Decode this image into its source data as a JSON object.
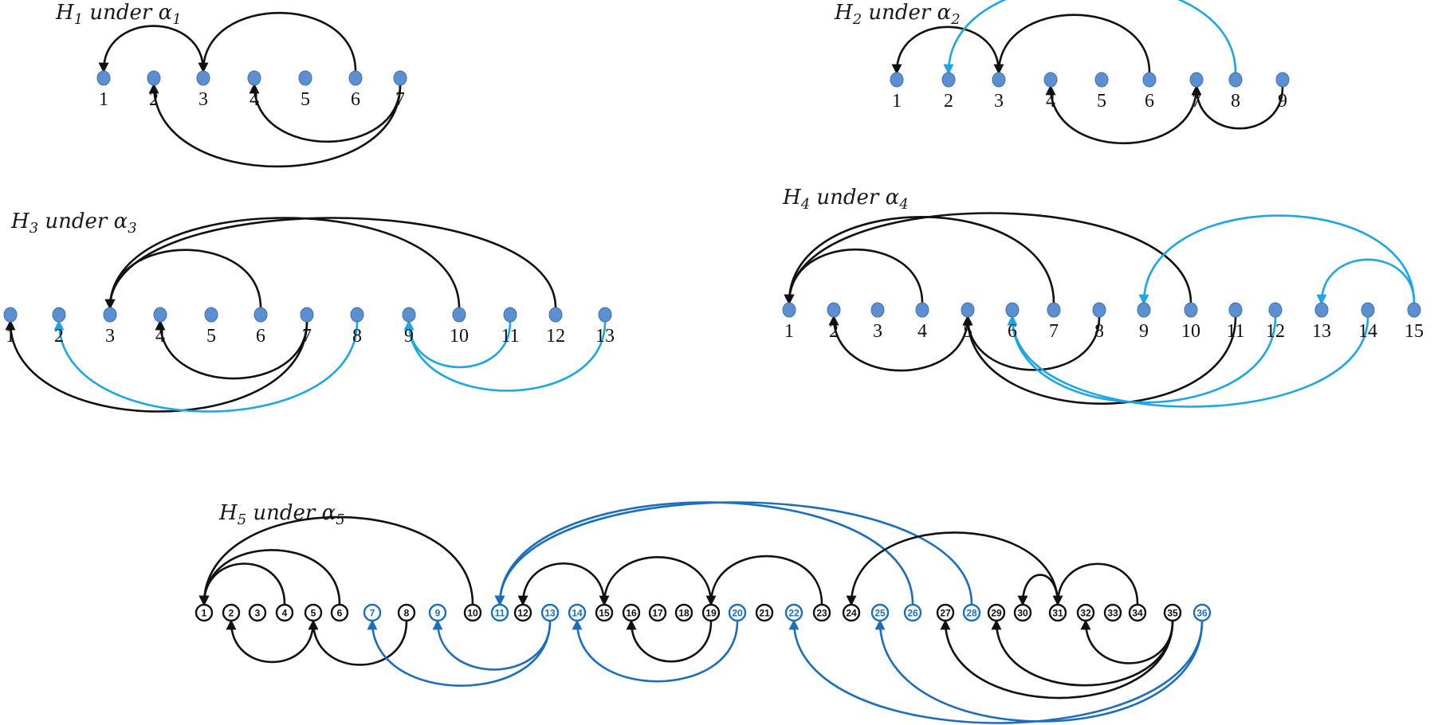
{
  "colors": {
    "black": "#111111",
    "cyan": "#1aa7e6",
    "blue": "#1b6ebe",
    "dot": "#5b8fd0",
    "dot_stroke": "#3f72b3"
  },
  "panels": [
    {
      "id": "h1",
      "title": {
        "H": "H",
        "h_sub": "1",
        "mid": " under ",
        "alpha": "α",
        "a_sub": "1"
      },
      "node_style": "dot",
      "labels": [
        "1",
        "2",
        "3",
        "4",
        "5",
        "6",
        "7"
      ],
      "edges": [
        {
          "from": "3",
          "to": "1",
          "side": "up",
          "color": "black"
        },
        {
          "from": "6",
          "to": "3",
          "side": "up",
          "color": "black"
        },
        {
          "from": "7",
          "to": "2",
          "side": "down",
          "color": "black"
        },
        {
          "from": "7",
          "to": "4",
          "side": "down",
          "color": "black"
        }
      ]
    },
    {
      "id": "h2",
      "title": {
        "H": "H",
        "h_sub": "2",
        "mid": " under ",
        "alpha": "α",
        "a_sub": "2"
      },
      "node_style": "dot",
      "labels": [
        "1",
        "2",
        "3",
        "4",
        "5",
        "6",
        "7",
        "8",
        "9"
      ],
      "edges": [
        {
          "from": "3",
          "to": "1",
          "side": "up",
          "color": "black"
        },
        {
          "from": "6",
          "to": "3",
          "side": "up",
          "color": "black"
        },
        {
          "from": "8",
          "to": "2",
          "side": "up",
          "color": "cyan"
        },
        {
          "from": "7",
          "to": "4",
          "side": "down",
          "color": "black"
        },
        {
          "from": "9",
          "to": "7",
          "side": "down",
          "color": "black"
        }
      ]
    },
    {
      "id": "h3",
      "title": {
        "H": "H",
        "h_sub": "3",
        "mid": " under ",
        "alpha": "α",
        "a_sub": "3"
      },
      "node_style": "dot",
      "labels": [
        "1",
        "2",
        "3",
        "4",
        "5",
        "6",
        "7",
        "8",
        "9",
        "10",
        "11",
        "12",
        "13"
      ],
      "edges": [
        {
          "from": "6",
          "to": "3",
          "side": "up",
          "color": "black"
        },
        {
          "from": "10",
          "to": "3",
          "side": "up",
          "color": "black"
        },
        {
          "from": "12",
          "to": "3",
          "side": "up",
          "color": "black"
        },
        {
          "from": "7",
          "to": "4",
          "side": "down",
          "color": "black"
        },
        {
          "from": "7",
          "to": "1",
          "side": "down",
          "color": "black"
        },
        {
          "from": "8",
          "to": "2",
          "side": "down",
          "color": "cyan"
        },
        {
          "from": "11",
          "to": "9",
          "side": "down",
          "color": "cyan"
        },
        {
          "from": "13",
          "to": "9",
          "side": "down",
          "color": "cyan"
        }
      ]
    },
    {
      "id": "h4",
      "title": {
        "H": "H",
        "h_sub": "4",
        "mid": " under ",
        "alpha": "α",
        "a_sub": "4"
      },
      "node_style": "dot",
      "labels": [
        "1",
        "2",
        "3",
        "4",
        "5",
        "6",
        "7",
        "8",
        "9",
        "10",
        "11",
        "12",
        "13",
        "14",
        "15"
      ],
      "edges": [
        {
          "from": "4",
          "to": "1",
          "side": "up",
          "color": "black"
        },
        {
          "from": "7",
          "to": "1",
          "side": "up",
          "color": "black"
        },
        {
          "from": "10",
          "to": "1",
          "side": "up",
          "color": "black"
        },
        {
          "from": "15",
          "to": "9",
          "side": "up",
          "color": "cyan"
        },
        {
          "from": "15",
          "to": "13",
          "side": "up",
          "color": "cyan"
        },
        {
          "from": "5",
          "to": "2",
          "side": "down",
          "color": "black"
        },
        {
          "from": "8",
          "to": "5",
          "side": "down",
          "color": "black"
        },
        {
          "from": "11",
          "to": "5",
          "side": "down",
          "color": "black"
        },
        {
          "from": "12",
          "to": "6",
          "side": "down",
          "color": "cyan"
        },
        {
          "from": "14",
          "to": "6",
          "side": "down",
          "color": "cyan"
        }
      ]
    },
    {
      "id": "h5",
      "title": {
        "H": "H",
        "h_sub": "5",
        "mid": " under ",
        "alpha": "α",
        "a_sub": "5"
      },
      "node_style": "circle",
      "labels": [
        "1",
        "2",
        "3",
        "4",
        "5",
        "6",
        "7",
        "8",
        "9",
        "10",
        "11",
        "12",
        "13",
        "14",
        "15",
        "16",
        "17",
        "18",
        "19",
        "20",
        "21",
        "22",
        "23",
        "24",
        "25",
        "26",
        "27",
        "28",
        "29",
        "30",
        "31",
        "32",
        "33",
        "34",
        "35",
        "36"
      ],
      "blue_nodes": [
        "7",
        "9",
        "11",
        "13",
        "14",
        "20",
        "22",
        "25",
        "26",
        "28",
        "36"
      ],
      "edges": [
        {
          "from": "4",
          "to": "1",
          "side": "up",
          "color": "black"
        },
        {
          "from": "6",
          "to": "1",
          "side": "up",
          "color": "black"
        },
        {
          "from": "10",
          "to": "1",
          "side": "up",
          "color": "black"
        },
        {
          "from": "26",
          "to": "11",
          "side": "up",
          "color": "blue"
        },
        {
          "from": "28",
          "to": "11",
          "side": "up",
          "color": "blue"
        },
        {
          "from": "15",
          "to": "12",
          "side": "up",
          "color": "black"
        },
        {
          "from": "19",
          "to": "15",
          "side": "up",
          "color": "black"
        },
        {
          "from": "23",
          "to": "19",
          "side": "up",
          "color": "black"
        },
        {
          "from": "31",
          "to": "24",
          "side": "up",
          "color": "black"
        },
        {
          "from": "31",
          "to": "30",
          "side": "up",
          "color": "black"
        },
        {
          "from": "34",
          "to": "31",
          "side": "up",
          "color": "black"
        },
        {
          "from": "5",
          "to": "2",
          "side": "down",
          "color": "black"
        },
        {
          "from": "8",
          "to": "5",
          "side": "down",
          "color": "black"
        },
        {
          "from": "13",
          "to": "7",
          "side": "down",
          "color": "blue"
        },
        {
          "from": "13",
          "to": "9",
          "side": "down",
          "color": "blue"
        },
        {
          "from": "20",
          "to": "14",
          "side": "down",
          "color": "blue"
        },
        {
          "from": "19",
          "to": "16",
          "side": "down",
          "color": "black"
        },
        {
          "from": "35",
          "to": "27",
          "side": "down",
          "color": "black"
        },
        {
          "from": "35",
          "to": "29",
          "side": "down",
          "color": "black"
        },
        {
          "from": "35",
          "to": "32",
          "side": "down",
          "color": "black"
        },
        {
          "from": "36",
          "to": "22",
          "side": "down",
          "color": "blue"
        },
        {
          "from": "36",
          "to": "25",
          "side": "down",
          "color": "blue"
        }
      ]
    }
  ]
}
